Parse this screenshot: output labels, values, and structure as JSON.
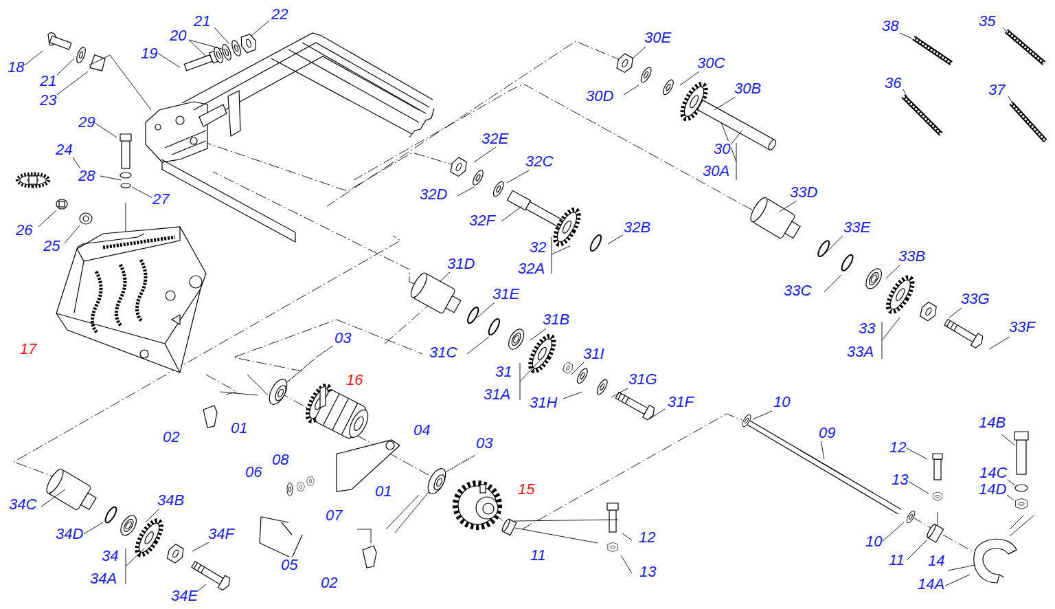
{
  "diagram": {
    "labels": [
      "18",
      "19",
      "20",
      "21",
      "22",
      "21",
      "23",
      "29",
      "24",
      "28",
      "27",
      "26",
      "25",
      "17",
      "30E",
      "30D",
      "30C",
      "30B",
      "30",
      "30A",
      "38",
      "35",
      "36",
      "37",
      "32E",
      "32C",
      "32D",
      "32F",
      "32B",
      "32",
      "32A",
      "33D",
      "33E",
      "33B",
      "33C",
      "33G",
      "33",
      "33A",
      "33F",
      "31D",
      "31E",
      "31B",
      "31C",
      "31I",
      "31",
      "31A",
      "31G",
      "31H",
      "31F",
      "03",
      "16",
      "02",
      "01",
      "04",
      "03",
      "10",
      "09",
      "12",
      "14B",
      "06",
      "08",
      "01",
      "15",
      "07",
      "13",
      "14C",
      "14D",
      "34C",
      "34B",
      "34D",
      "12",
      "11",
      "10",
      "11",
      "14",
      "34F",
      "34",
      "34A",
      "05",
      "02",
      "13",
      "34E",
      "14A"
    ]
  }
}
